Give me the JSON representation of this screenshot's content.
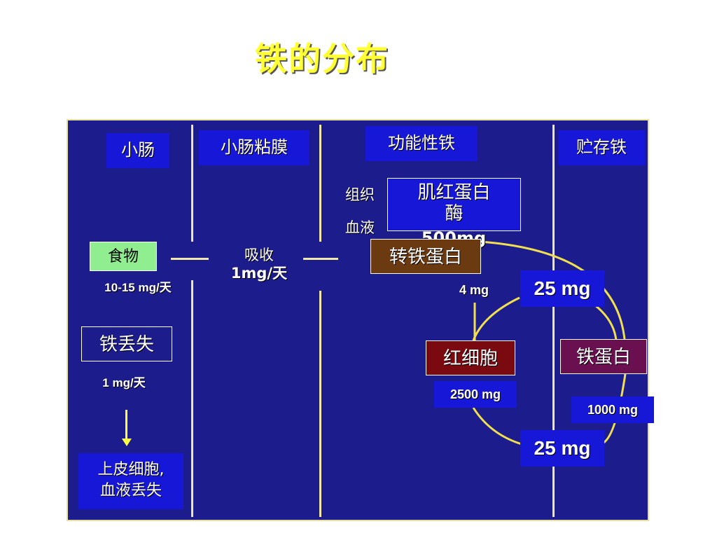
{
  "title": "铁的分布",
  "headers": {
    "intestine": "小肠",
    "mucosa": "小肠粘膜",
    "functional_iron": "功能性铁",
    "storage_iron": "贮存铁"
  },
  "labels": {
    "tissue": "组织",
    "blood": "血液",
    "myoglobin_line1": "肌红蛋白",
    "myoglobin_line2": "酶",
    "myoglobin_amount": "500mg",
    "transferrin": "转铁蛋白",
    "transferrin_amount": "4 mg",
    "food": "食物",
    "food_intake": "10-15 mg/天",
    "absorb_line1": "吸收",
    "absorb_line2": "1mg/天",
    "iron_loss": "铁丢失",
    "iron_loss_rate": "1 mg/天",
    "epithelial_loss_line1": "上皮细胞,",
    "epithelial_loss_line2": "血液丢失",
    "rbc": "红细胞",
    "rbc_amount": "2500 mg",
    "ferritin": "铁蛋白",
    "ferritin_amount": "1000 mg",
    "flow_top": "25 mg",
    "flow_bottom": "25 mg"
  },
  "colors": {
    "panel": "#1c1c8c",
    "header_box": "#1717d8",
    "title": "#ffff33",
    "food_box": "#90ee90",
    "transferrin_box": "#6b3a10",
    "rbc_box": "#7a0a10",
    "ferritin_box": "#6a1050",
    "cycle_line": "#f0e050"
  }
}
